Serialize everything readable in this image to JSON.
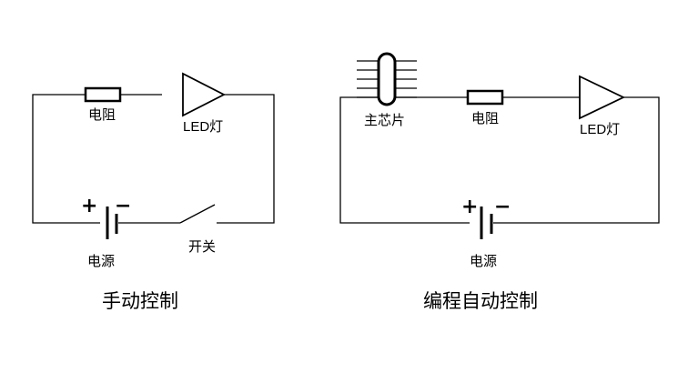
{
  "diagrams": {
    "manual": {
      "caption": "手动控制",
      "labels": {
        "resistor": "电阻",
        "led": "LED灯",
        "battery": "电源",
        "switch": "开关"
      },
      "battery_plus": "+",
      "battery_minus": "−"
    },
    "programmed": {
      "caption": "编程自动控制",
      "labels": {
        "chip": "主芯片",
        "resistor": "电阻",
        "led": "LED灯",
        "battery": "电源"
      },
      "battery_plus": "+",
      "battery_minus": "−"
    }
  }
}
